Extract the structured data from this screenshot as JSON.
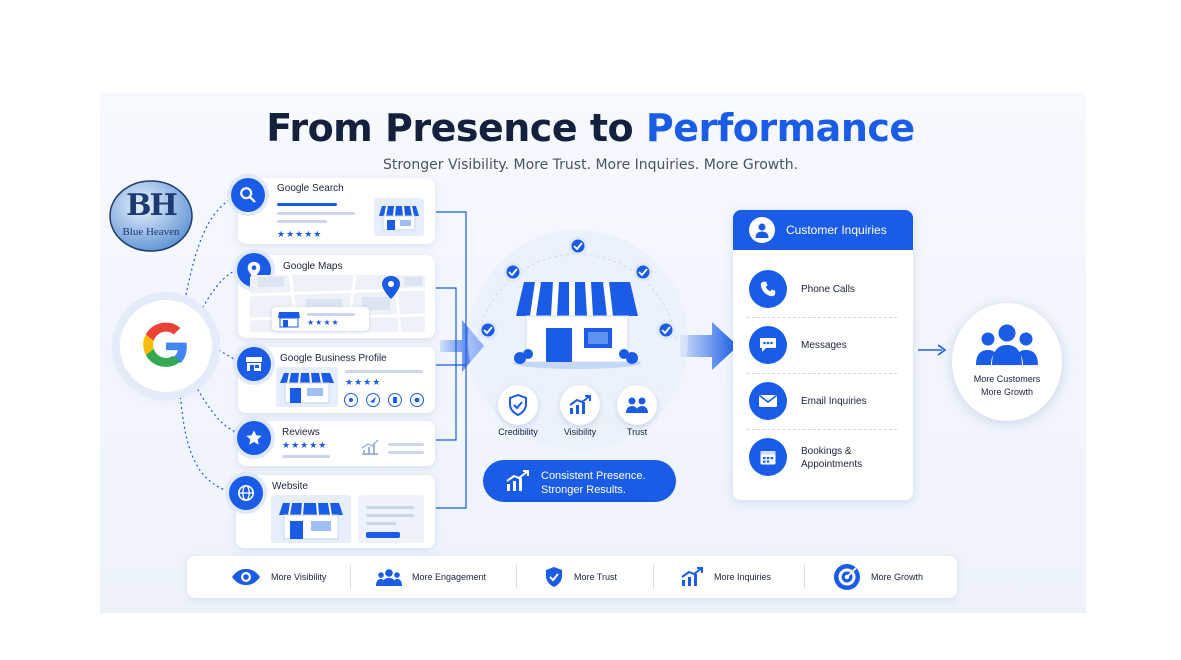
{
  "header": {
    "title_part1": "From Presence to ",
    "title_part2": "Performance",
    "subtitle": "Stronger Visibility. More Trust. More Inquiries. More Growth."
  },
  "logo": {
    "monogram": "BH",
    "text": "Blue Heaven"
  },
  "sources": [
    {
      "label": "Google Search",
      "icon": "search-icon",
      "stars": "★★★★★"
    },
    {
      "label": "Google Maps",
      "icon": "map-pin-icon",
      "stars": "★★★★"
    },
    {
      "label": "Google Business Profile",
      "icon": "store-icon",
      "stars": "★★★★"
    },
    {
      "label": "Reviews",
      "icon": "star-icon",
      "stars": "★★★★★"
    },
    {
      "label": "Website",
      "icon": "globe-icon"
    }
  ],
  "center": {
    "values": [
      {
        "label": "Credibility",
        "icon": "shield-check-icon"
      },
      {
        "label": "Visibility",
        "icon": "trend-chart-icon"
      },
      {
        "label": "Trust",
        "icon": "people-icon"
      }
    ],
    "pill_line1": "Consistent Presence.",
    "pill_line2": "Stronger Results."
  },
  "inquiries": {
    "title": "Customer Inquiries",
    "items": [
      {
        "label": "Phone Calls",
        "icon": "phone-icon"
      },
      {
        "label": "Messages",
        "icon": "chat-icon"
      },
      {
        "label": "Email Inquiries",
        "icon": "mail-icon"
      },
      {
        "label_line1": "Bookings &",
        "label_line2": "Appointments",
        "icon": "calendar-icon"
      }
    ]
  },
  "result": {
    "line1": "More Customers",
    "line2": "More Growth"
  },
  "benefits": [
    {
      "label": "More Visibility",
      "icon": "eye-icon"
    },
    {
      "label": "More Engagement",
      "icon": "group-icon"
    },
    {
      "label": "More Trust",
      "icon": "shield-check-icon"
    },
    {
      "label": "More Inquiries",
      "icon": "trend-chart-icon"
    },
    {
      "label": "More Growth",
      "icon": "target-icon"
    }
  ],
  "colors": {
    "accent": "#1a5ce6",
    "title": "#14213d",
    "google_blue": "#4285F4",
    "google_red": "#EA4335",
    "google_yellow": "#FBBC05",
    "google_green": "#34A853"
  }
}
